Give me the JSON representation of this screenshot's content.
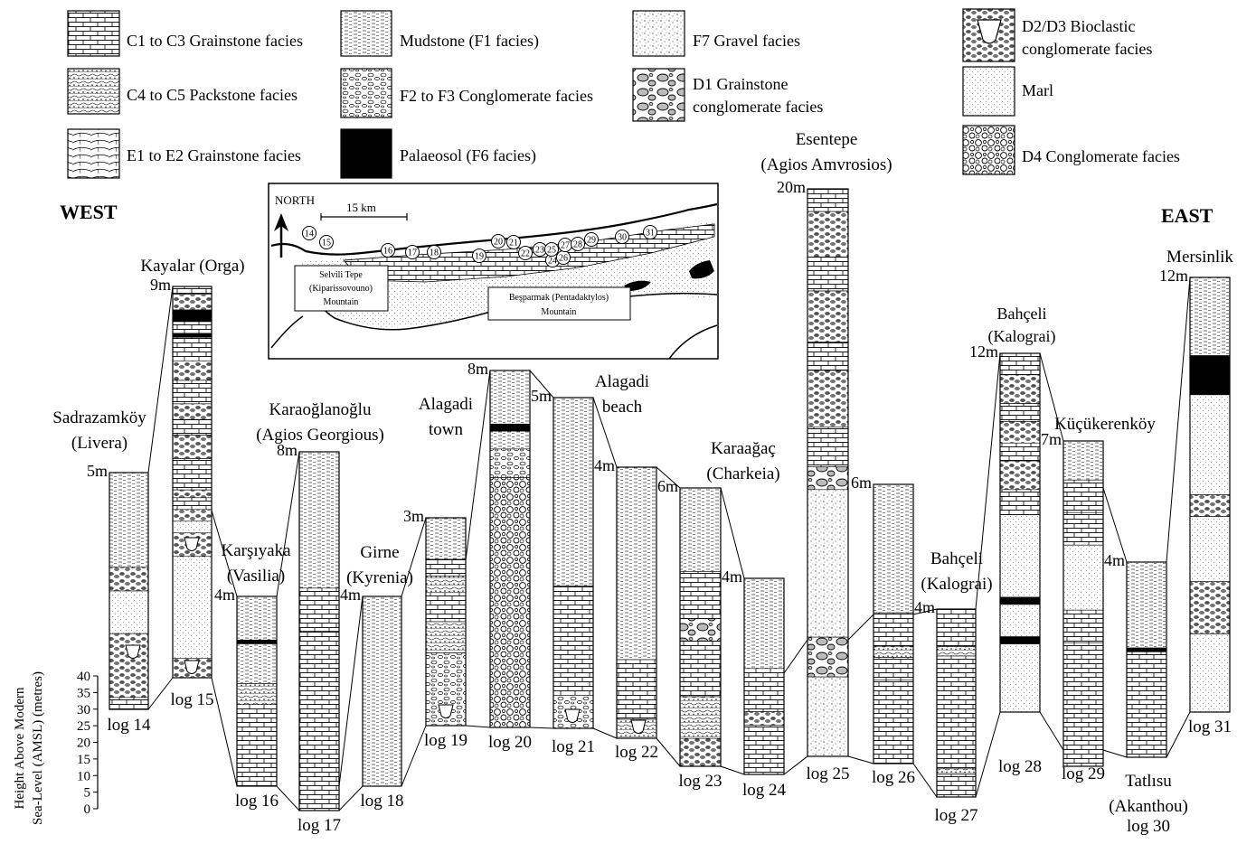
{
  "headings": {
    "west": "WEST",
    "east": "EAST"
  },
  "legend": [
    {
      "id": "c",
      "label": "C1 to C3 Grainstone facies"
    },
    {
      "id": "c45",
      "label": "C4 to C5 Packstone facies"
    },
    {
      "id": "e",
      "label": "E1 to E2 Grainstone facies"
    },
    {
      "id": "f1",
      "label": "Mudstone (F1 facies)"
    },
    {
      "id": "f23",
      "label": "F2 to F3 Conglomerate facies"
    },
    {
      "id": "f6",
      "label": "Palaeosol (F6 facies)"
    },
    {
      "id": "f7",
      "label": "F7 Gravel facies"
    },
    {
      "id": "d1",
      "label": [
        "D1 Grainstone",
        "conglomerate facies"
      ]
    },
    {
      "id": "d23",
      "label": [
        "D2/D3 Bioclastic",
        "conglomerate facies"
      ]
    },
    {
      "id": "marl",
      "label": "Marl"
    },
    {
      "id": "d4",
      "label": "D4 Conglomerate facies"
    }
  ],
  "inset": {
    "north": "NORTH",
    "scale": "15 km",
    "mountain1": [
      "Selvili Tepe",
      "(Kiparissovouno)",
      "Mountain"
    ],
    "mountain2": [
      "Beşparmak (Pentadaktylos)",
      "Mountain"
    ],
    "sites": [
      "14",
      "15",
      "16",
      "17",
      "18",
      "19",
      "20",
      "21",
      "22",
      "23",
      "24",
      "25",
      "26",
      "27",
      "28",
      "29",
      "30",
      "31"
    ]
  },
  "axis": {
    "label_line1": "Height Above Modern",
    "label_line2": "Sea-Level (AMSL) (metres)",
    "ticks": [
      "40",
      "35",
      "30",
      "25",
      "20",
      "15",
      "10",
      "5",
      "0"
    ]
  },
  "logs": [
    {
      "log": "log 14",
      "thick": "5m",
      "site": [
        "Sadrazamköy",
        "(Livera)"
      ]
    },
    {
      "log": "log 15",
      "thick": "9m",
      "site": [
        "Kayalar (Orga)"
      ]
    },
    {
      "log": "log 16",
      "thick": "4m",
      "site": [
        "Karşıyaka",
        "(Vasilia)"
      ]
    },
    {
      "log": "log 17",
      "thick": "8m",
      "site": [
        "Karaoğlanoğlu",
        "(Agios Georgious)"
      ]
    },
    {
      "log": "log 18",
      "thick": "4m",
      "site": [
        "Girne",
        "(Kyrenia)"
      ]
    },
    {
      "log": "log 19",
      "thick": "3m",
      "site": [
        "Alagadi",
        "town"
      ]
    },
    {
      "log": "log 20",
      "thick": "8m",
      "site": []
    },
    {
      "log": "log 21",
      "thick": "5m",
      "site": [
        "Alagadi",
        "beach"
      ]
    },
    {
      "log": "log 22",
      "thick": "4m",
      "site": []
    },
    {
      "log": "log 23",
      "thick": "6m",
      "site": [
        "Karaağaç",
        "(Charkeia)"
      ]
    },
    {
      "log": "log 24",
      "thick": "4m",
      "site": []
    },
    {
      "log": "log 25",
      "thick": "20m",
      "site": [
        "Esentepe",
        "(Agios Amvrosios)"
      ]
    },
    {
      "log": "log 26",
      "thick": "6m",
      "site": []
    },
    {
      "log": "log 27",
      "thick": "4m",
      "site": [
        "Bahçeli",
        "(Kalograi)"
      ]
    },
    {
      "log": "log 28",
      "thick": "12m",
      "site": [
        "Bahçeli",
        "(Kalograi)"
      ]
    },
    {
      "log": "log 29",
      "thick": "7m",
      "site": [
        "Küçükerenköy"
      ]
    },
    {
      "log": "log 30",
      "thick": "4m",
      "site": [
        "Tatlısu",
        "(Akanthou)"
      ]
    },
    {
      "log": "log 31",
      "thick": "12m",
      "site": [
        "Mersinlik"
      ]
    }
  ]
}
